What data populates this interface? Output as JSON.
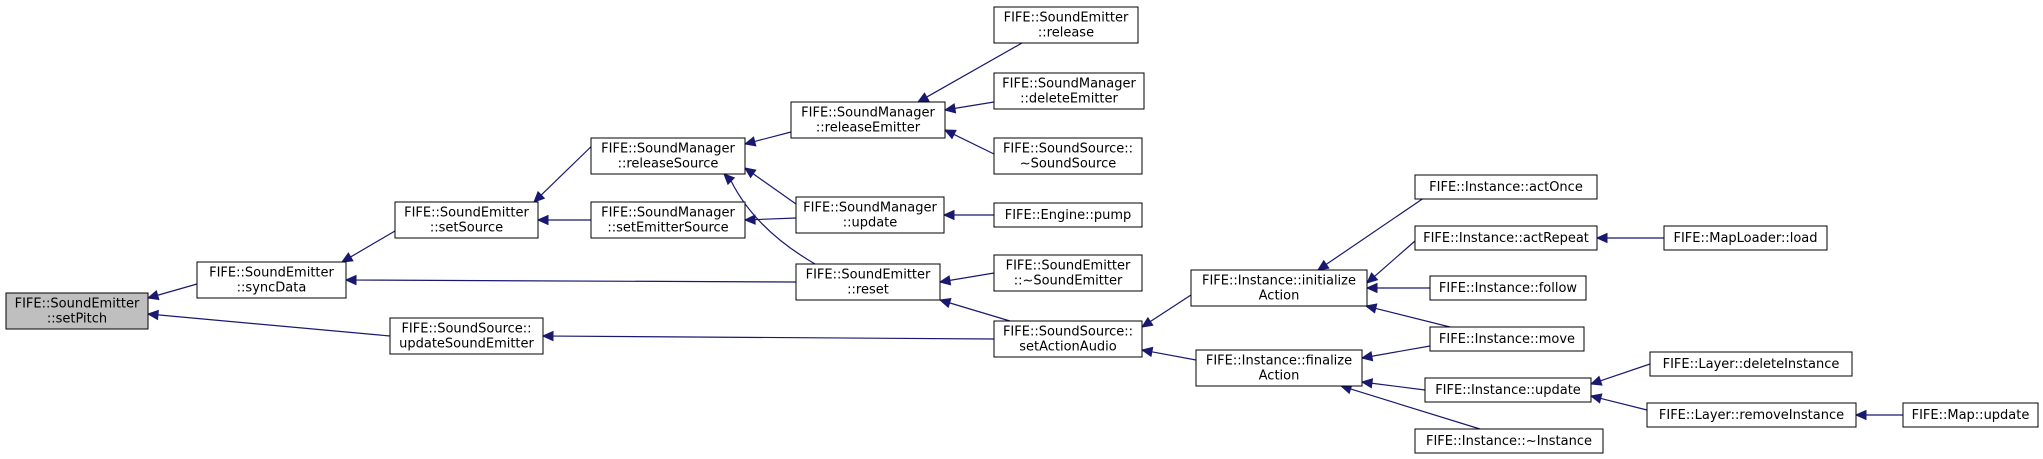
{
  "colors": {
    "edge": "#191970",
    "node_border": "#000000",
    "root_fill": "#bfbfbf",
    "node_fill": "#ffffff"
  },
  "nodes": [
    {
      "id": "setPitch",
      "lines": [
        "FIFE::SoundEmitter",
        "::setPitch"
      ],
      "root": true
    },
    {
      "id": "syncData",
      "lines": [
        "FIFE::SoundEmitter",
        "::syncData"
      ]
    },
    {
      "id": "updateSoundEmitter",
      "lines": [
        "FIFE::SoundSource::",
        "updateSoundEmitter"
      ]
    },
    {
      "id": "setSource",
      "lines": [
        "FIFE::SoundEmitter",
        "::setSource"
      ]
    },
    {
      "id": "releaseSource",
      "lines": [
        "FIFE::SoundManager",
        "::releaseSource"
      ]
    },
    {
      "id": "setEmitterSource",
      "lines": [
        "FIFE::SoundManager",
        "::setEmitterSource"
      ]
    },
    {
      "id": "releaseEmitter",
      "lines": [
        "FIFE::SoundManager",
        "::releaseEmitter"
      ]
    },
    {
      "id": "smUpdate",
      "lines": [
        "FIFE::SoundManager",
        "::update"
      ]
    },
    {
      "id": "reset",
      "lines": [
        "FIFE::SoundEmitter",
        "::reset"
      ]
    },
    {
      "id": "release",
      "lines": [
        "FIFE::SoundEmitter",
        "::release"
      ]
    },
    {
      "id": "deleteEmitter",
      "lines": [
        "FIFE::SoundManager",
        "::deleteEmitter"
      ]
    },
    {
      "id": "dtorSoundSource",
      "lines": [
        "FIFE::SoundSource::",
        "~SoundSource"
      ]
    },
    {
      "id": "pump",
      "lines": [
        "FIFE::Engine::pump"
      ]
    },
    {
      "id": "dtorSoundEmitter",
      "lines": [
        "FIFE::SoundEmitter",
        "::~SoundEmitter"
      ]
    },
    {
      "id": "setActionAudio",
      "lines": [
        "FIFE::SoundSource::",
        "setActionAudio"
      ]
    },
    {
      "id": "initializeAction",
      "lines": [
        "FIFE::Instance::initialize",
        "Action"
      ]
    },
    {
      "id": "finalizeAction",
      "lines": [
        "FIFE::Instance::finalize",
        "Action"
      ]
    },
    {
      "id": "actOnce",
      "lines": [
        "FIFE::Instance::actOnce"
      ]
    },
    {
      "id": "actRepeat",
      "lines": [
        "FIFE::Instance::actRepeat"
      ]
    },
    {
      "id": "follow",
      "lines": [
        "FIFE::Instance::follow"
      ]
    },
    {
      "id": "move",
      "lines": [
        "FIFE::Instance::move"
      ]
    },
    {
      "id": "instUpdate",
      "lines": [
        "FIFE::Instance::update"
      ]
    },
    {
      "id": "dtorInstance",
      "lines": [
        "FIFE::Instance::~Instance"
      ]
    },
    {
      "id": "mapLoaderLoad",
      "lines": [
        "FIFE::MapLoader::load"
      ]
    },
    {
      "id": "deleteInstance",
      "lines": [
        "FIFE::Layer::deleteInstance"
      ]
    },
    {
      "id": "removeInstance",
      "lines": [
        "FIFE::Layer::removeInstance"
      ]
    },
    {
      "id": "mapUpdate",
      "lines": [
        "FIFE::Map::update"
      ]
    }
  ],
  "edges": [
    {
      "from": "syncData",
      "to": "setPitch"
    },
    {
      "from": "updateSoundEmitter",
      "to": "setPitch"
    },
    {
      "from": "setSource",
      "to": "syncData"
    },
    {
      "from": "reset",
      "to": "syncData"
    },
    {
      "from": "releaseSource",
      "to": "setSource"
    },
    {
      "from": "setEmitterSource",
      "to": "setSource"
    },
    {
      "from": "releaseEmitter",
      "to": "releaseSource"
    },
    {
      "from": "smUpdate",
      "to": "releaseSource"
    },
    {
      "from": "reset",
      "to": "releaseSource"
    },
    {
      "from": "smUpdate",
      "to": "setEmitterSource"
    },
    {
      "from": "release",
      "to": "releaseEmitter"
    },
    {
      "from": "deleteEmitter",
      "to": "releaseEmitter"
    },
    {
      "from": "dtorSoundSource",
      "to": "releaseEmitter"
    },
    {
      "from": "pump",
      "to": "smUpdate"
    },
    {
      "from": "dtorSoundEmitter",
      "to": "reset"
    },
    {
      "from": "setActionAudio",
      "to": "reset"
    },
    {
      "from": "setActionAudio",
      "to": "updateSoundEmitter"
    },
    {
      "from": "initializeAction",
      "to": "setActionAudio"
    },
    {
      "from": "finalizeAction",
      "to": "setActionAudio"
    },
    {
      "from": "actOnce",
      "to": "initializeAction"
    },
    {
      "from": "actRepeat",
      "to": "initializeAction"
    },
    {
      "from": "follow",
      "to": "initializeAction"
    },
    {
      "from": "move",
      "to": "initializeAction"
    },
    {
      "from": "move",
      "to": "finalizeAction"
    },
    {
      "from": "instUpdate",
      "to": "finalizeAction"
    },
    {
      "from": "dtorInstance",
      "to": "finalizeAction"
    },
    {
      "from": "mapLoaderLoad",
      "to": "actRepeat"
    },
    {
      "from": "deleteInstance",
      "to": "instUpdate"
    },
    {
      "from": "removeInstance",
      "to": "instUpdate"
    },
    {
      "from": "mapUpdate",
      "to": "removeInstance"
    }
  ]
}
